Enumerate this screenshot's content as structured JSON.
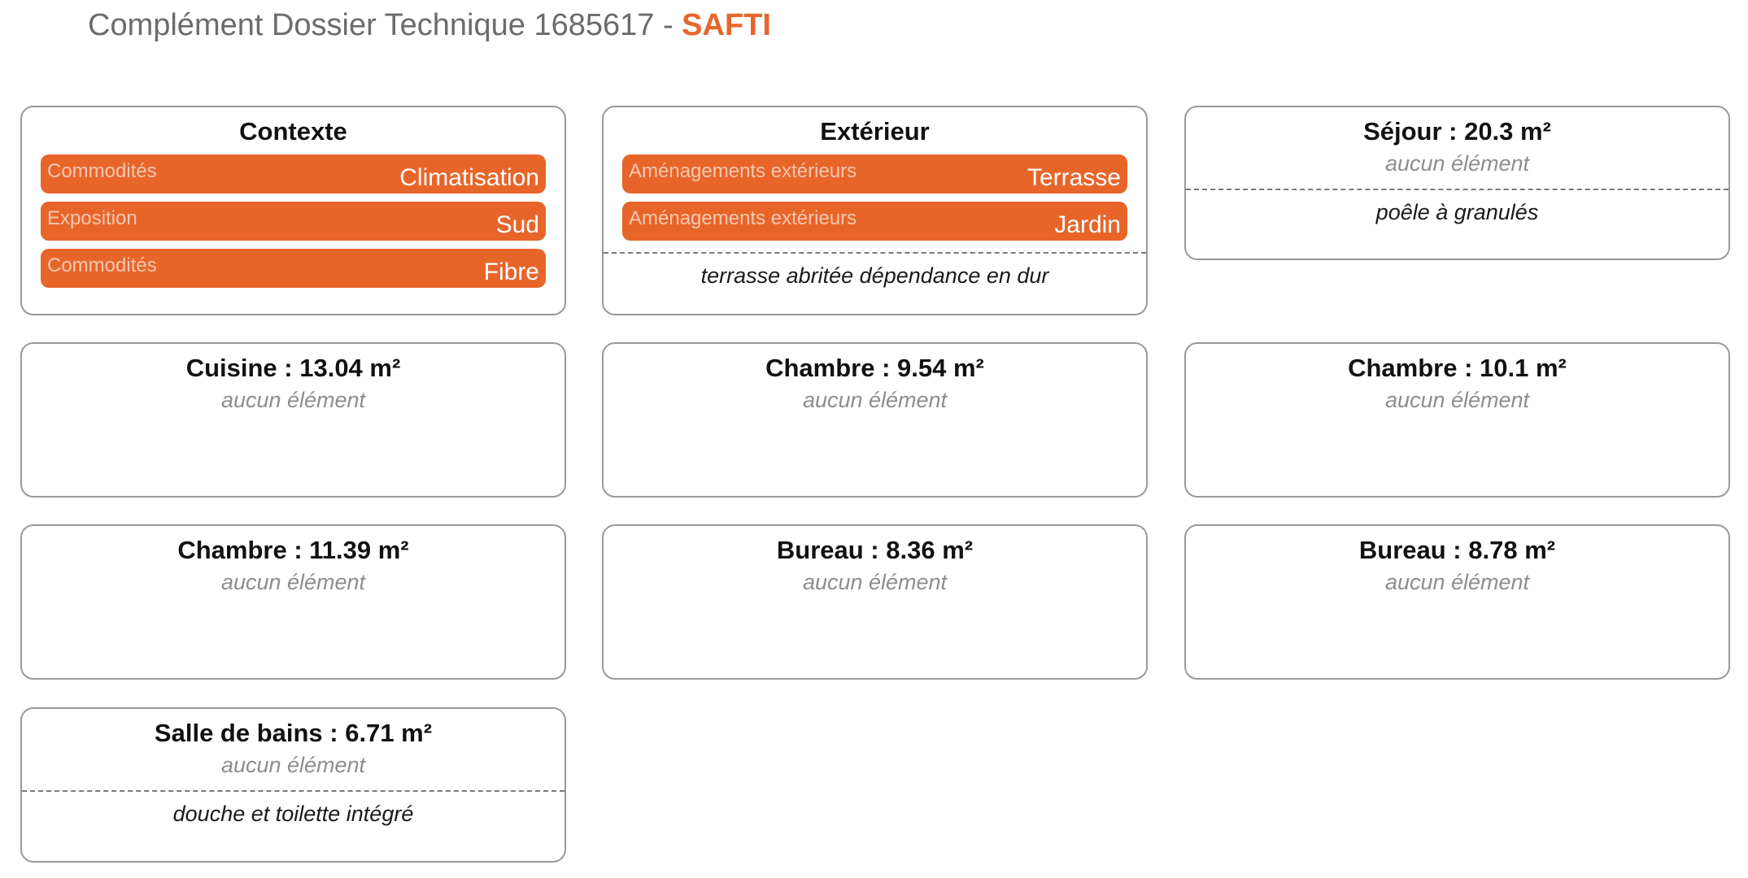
{
  "header": {
    "title_prefix": "Complément Dossier Technique 1685617 - ",
    "brand": "SAFTI"
  },
  "colors": {
    "accent": "#e8652a",
    "border": "#9a9a9a",
    "muted_text": "#8d8d8d"
  },
  "cards": {
    "contexte": {
      "title": "Contexte",
      "items": [
        {
          "category": "Commodités",
          "value": "Climatisation"
        },
        {
          "category": "Exposition",
          "value": "Sud"
        },
        {
          "category": "Commodités",
          "value": "Fibre"
        }
      ]
    },
    "exterieur": {
      "title": "Extérieur",
      "items": [
        {
          "category": "Aménagements extérieurs",
          "value": "Terrasse"
        },
        {
          "category": "Aménagements extérieurs",
          "value": "Jardin"
        }
      ],
      "note": "terrasse abritée dépendance en dur"
    },
    "sejour": {
      "title": "Séjour : 20.3 m²",
      "empty": "aucun élément",
      "note": "poêle à granulés"
    },
    "cuisine": {
      "title": "Cuisine : 13.04 m²",
      "empty": "aucun élément"
    },
    "chambre1": {
      "title": "Chambre : 9.54 m²",
      "empty": "aucun élément"
    },
    "chambre2": {
      "title": "Chambre : 10.1 m²",
      "empty": "aucun élément"
    },
    "chambre3": {
      "title": "Chambre : 11.39 m²",
      "empty": "aucun élément"
    },
    "bureau1": {
      "title": "Bureau : 8.36 m²",
      "empty": "aucun élément"
    },
    "bureau2": {
      "title": "Bureau : 8.78 m²",
      "empty": "aucun élément"
    },
    "salle_de_bains": {
      "title": "Salle de bains : 6.71 m²",
      "empty": "aucun élément",
      "note": "douche et toilette intégré"
    }
  }
}
